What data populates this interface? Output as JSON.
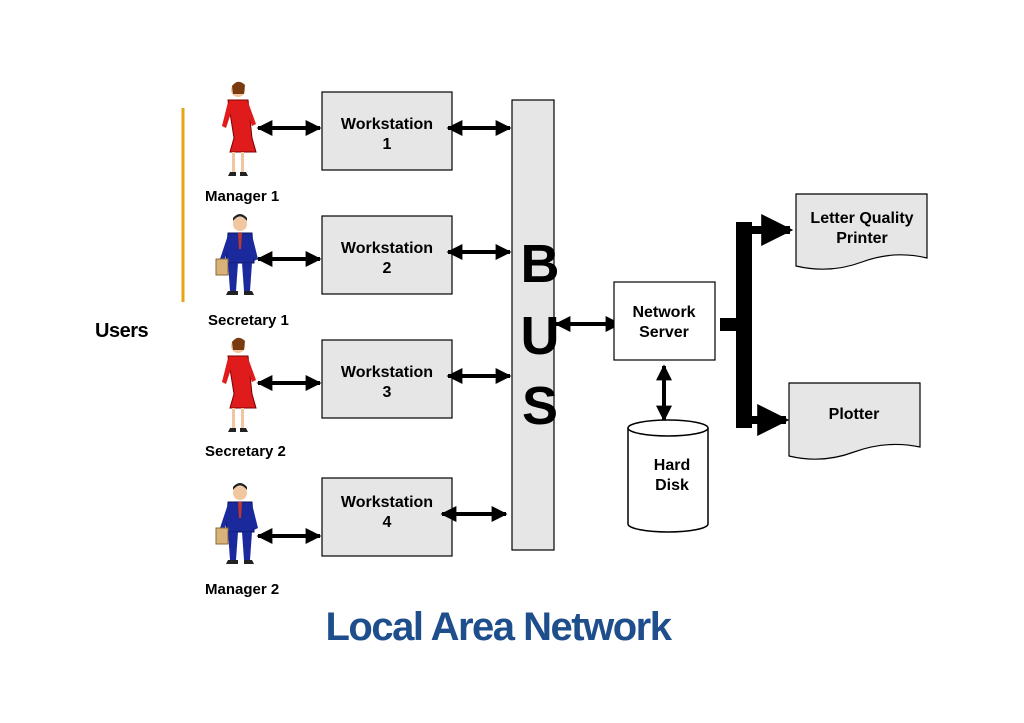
{
  "diagram": {
    "title": "Local Area Network",
    "group_label": "Users",
    "people": [
      {
        "label": "Manager 1",
        "kind": "woman-icon"
      },
      {
        "label": "Secretary 1",
        "kind": "man-icon"
      },
      {
        "label": "Secretary 2",
        "kind": "woman-icon"
      },
      {
        "label": "Manager 2",
        "kind": "man-icon"
      }
    ],
    "workstations": [
      {
        "line1": "Workstation",
        "line2": "1"
      },
      {
        "line1": "Workstation",
        "line2": "2"
      },
      {
        "line1": "Workstation",
        "line2": "3"
      },
      {
        "line1": "Workstation",
        "line2": "4"
      }
    ],
    "bus": {
      "letters": [
        "B",
        "U",
        "S"
      ]
    },
    "server": {
      "line1": "Network",
      "line2": "Server"
    },
    "disk": {
      "line1": "Hard",
      "line2": "Disk"
    },
    "printer": {
      "line1": "Letter Quality",
      "line2": "Printer"
    },
    "plotter": {
      "label": "Plotter"
    },
    "colors": {
      "title": "#1f4e8c",
      "box_fill": "#e6e6e6",
      "bracket": "#e8a317",
      "woman_dress": "#e01b1b",
      "man_suit": "#1a2a9c"
    }
  }
}
